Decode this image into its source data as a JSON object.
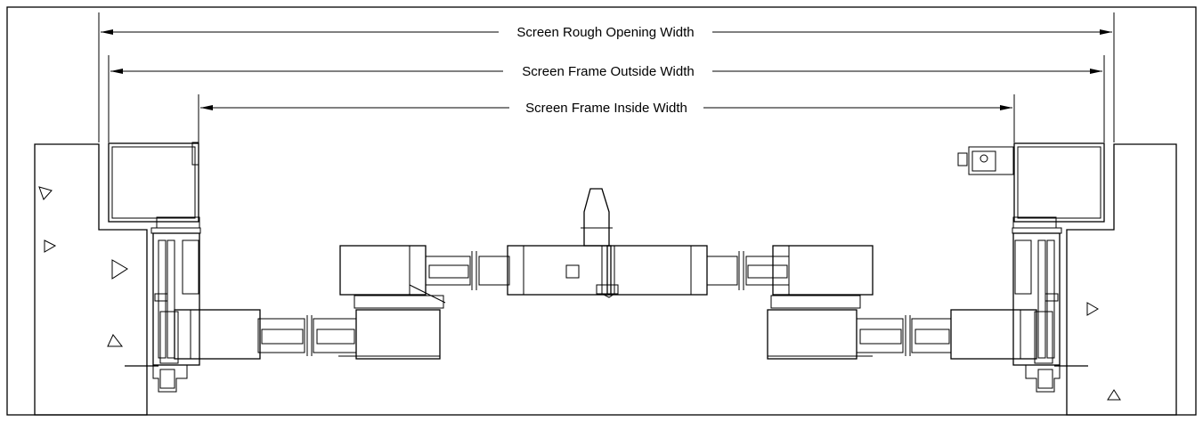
{
  "dimensions": {
    "rough_opening": "Screen Rough Opening Width",
    "frame_outside": "Screen Frame Outside Width",
    "frame_inside": "Screen Frame Inside Width"
  },
  "colors": {
    "line": "#000000",
    "background": "#ffffff"
  }
}
